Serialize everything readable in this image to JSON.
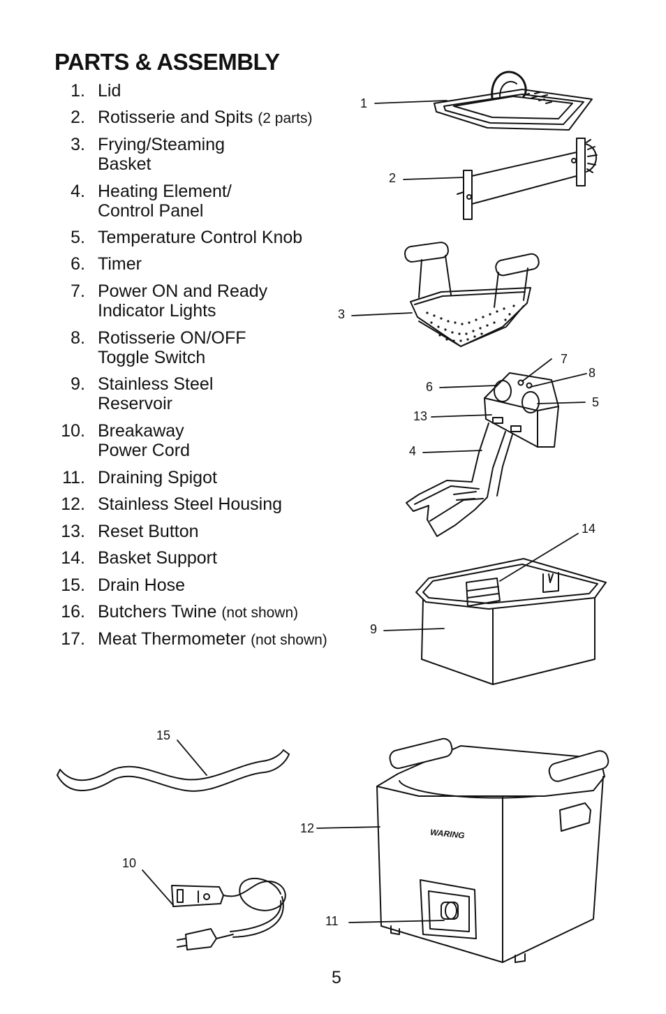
{
  "heading": "PARTS & ASSEMBLY",
  "parts": [
    {
      "num": "1.",
      "name": "Lid",
      "note": ""
    },
    {
      "num": "2.",
      "name": "Rotisserie and Spits",
      "note": "(2 parts)"
    },
    {
      "num": "3.",
      "name": "Frying/Steaming Basket",
      "note": ""
    },
    {
      "num": "4.",
      "name": "Heating Element/ Control Panel",
      "note": ""
    },
    {
      "num": "5.",
      "name": "Temperature Control Knob",
      "note": ""
    },
    {
      "num": "6.",
      "name": "Timer",
      "note": ""
    },
    {
      "num": "7.",
      "name": "Power ON and Ready Indicator Lights",
      "note": ""
    },
    {
      "num": "8.",
      "name": "Rotisserie ON/OFF Toggle Switch",
      "note": ""
    },
    {
      "num": "9.",
      "name": "Stainless Steel Reservoir",
      "note": ""
    },
    {
      "num": "10.",
      "name": "Breakaway Power Cord",
      "note": ""
    },
    {
      "num": "11.",
      "name": "Draining Spigot",
      "note": ""
    },
    {
      "num": "12.",
      "name": "Stainless Steel Housing",
      "note": ""
    },
    {
      "num": "13.",
      "name": "Reset Button",
      "note": ""
    },
    {
      "num": "14.",
      "name": "Basket Support",
      "note": ""
    },
    {
      "num": "15.",
      "name": "Drain Hose",
      "note": ""
    },
    {
      "num": "16.",
      "name": "Butchers Twine",
      "note": "(not shown)"
    },
    {
      "num": "17.",
      "name": "Meat Thermometer",
      "note": "(not shown)"
    }
  ],
  "callouts": [
    "1",
    "2",
    "3",
    "4",
    "5",
    "6",
    "7",
    "8",
    "9",
    "10",
    "11",
    "12",
    "13",
    "14",
    "15"
  ],
  "brand_logo_text": "WARING",
  "page_number": "5"
}
